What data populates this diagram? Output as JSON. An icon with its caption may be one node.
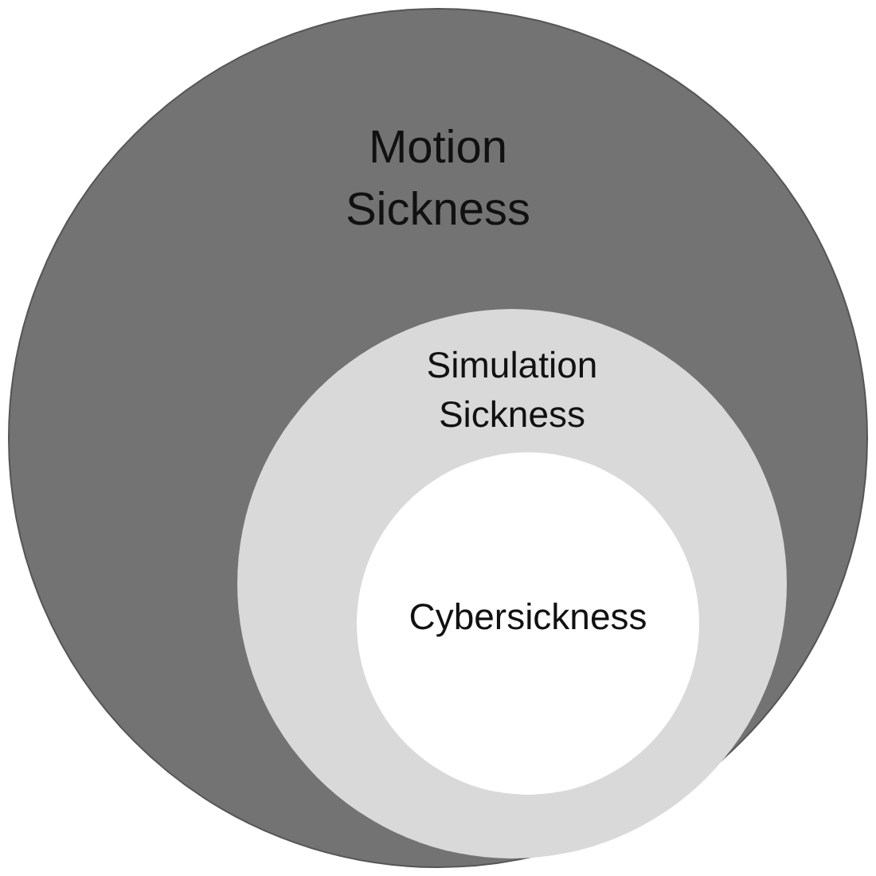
{
  "diagram": {
    "nodes": [
      {
        "text": [
          "Motion Sickness"
        ]
      },
      {
        "text": [
          "Simulation Sickness"
        ],
        "in": 0
      },
      {
        "text": [
          "Cybersickness"
        ],
        "in": 1
      }
    ]
  }
}
